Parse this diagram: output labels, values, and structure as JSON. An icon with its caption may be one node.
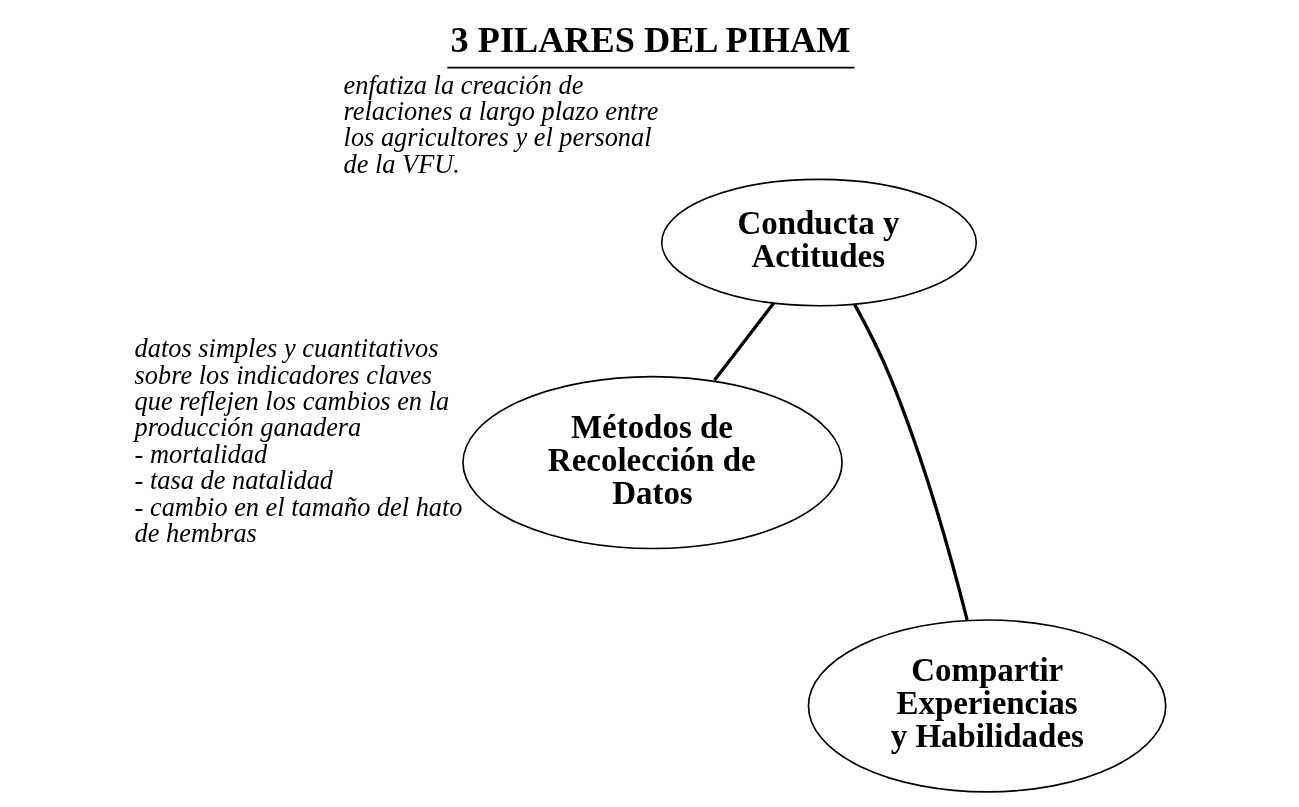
{
  "diagram": {
    "title": "3 PILARES DEL PIHAM",
    "nodes": [
      {
        "text": [
          "Conducta y Actitudes"
        ],
        "beside": [
          "enfatiza la creación de relaciones a largo plazo entre los agricultores y el personal de la VFU."
        ]
      },
      {
        "text": [
          "Métodos de Recolección de Datos"
        ],
        "beside": [
          "datos simples y cuantitativos sobre los indicadores claves que reflejen los cambios en la producción ganadera",
          "- mortalidad",
          "- tasa de natalidad",
          "- cambio en el tamaño del hato de hembras"
        ]
      },
      {
        "text": [
          "Compartir Experiencias y Habilidades"
        ]
      }
    ],
    "edges": [
      {
        "from": 0,
        "to": 1,
        "arrow": "none"
      },
      {
        "from": 0,
        "to": 2,
        "arrow": "none"
      }
    ]
  }
}
